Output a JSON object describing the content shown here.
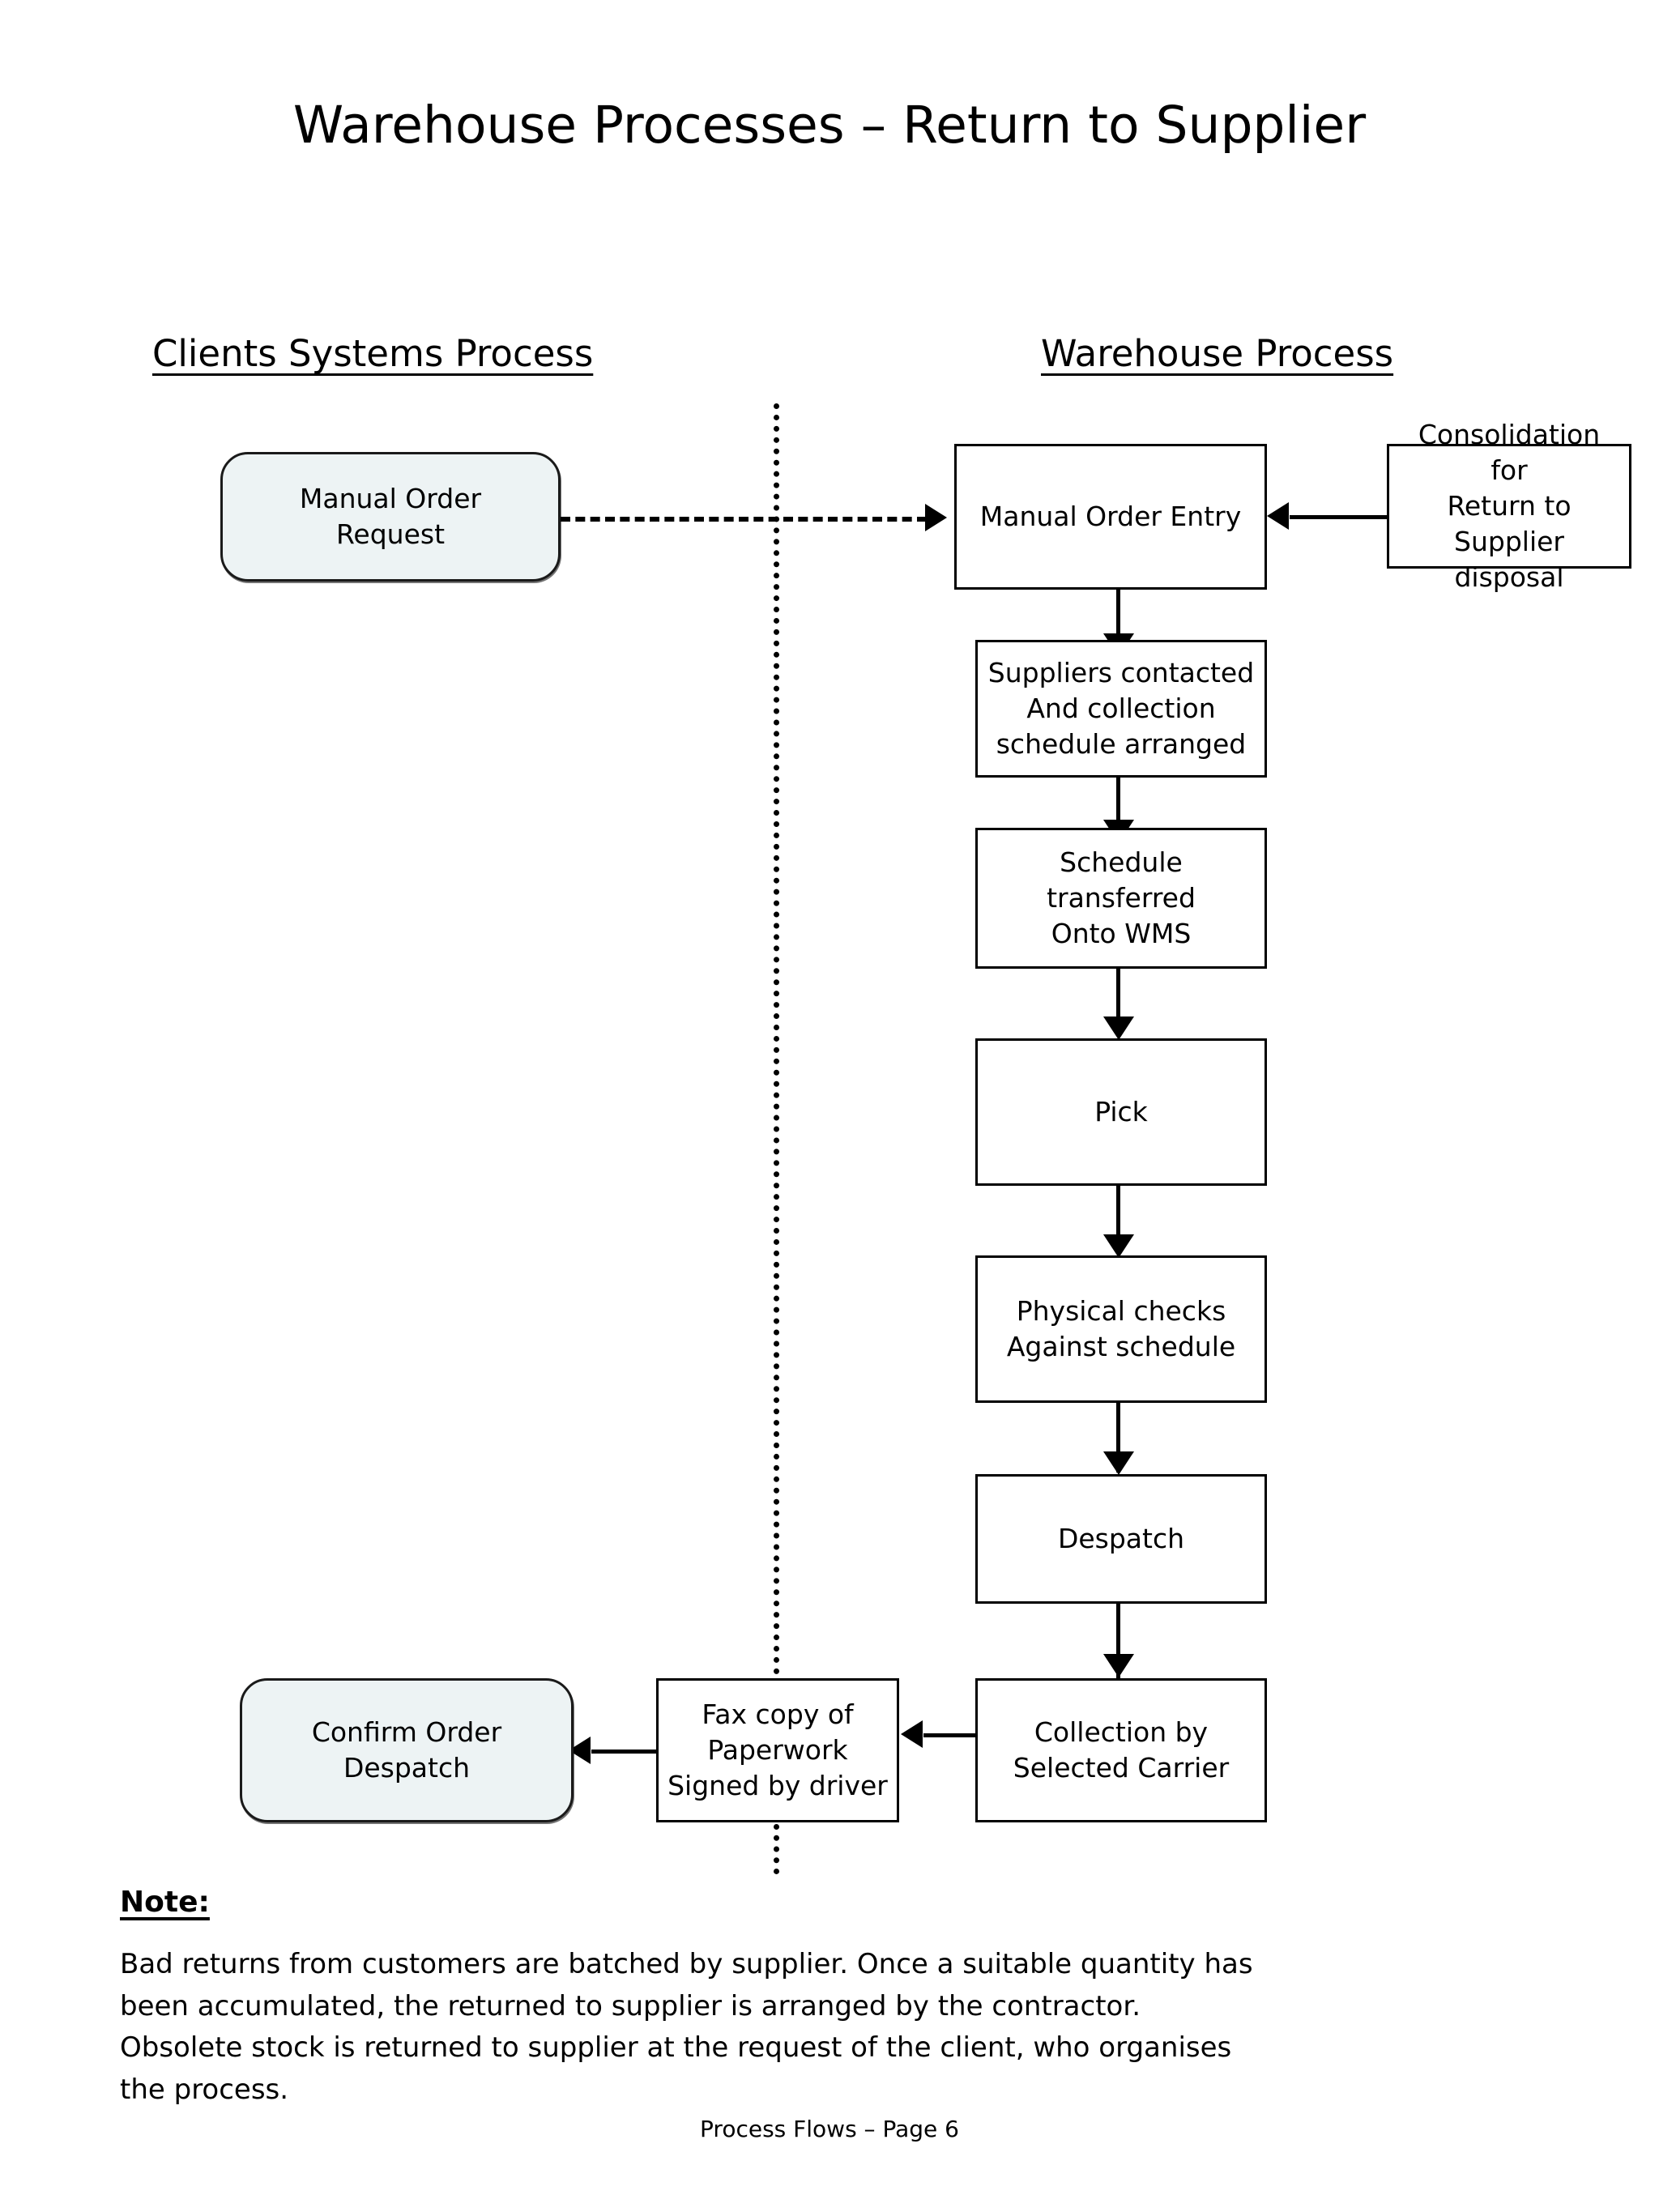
{
  "document": {
    "title": "Warehouse Processes – Return to Supplier",
    "footer": "Process Flows – Page 6"
  },
  "lanes": {
    "left_header": "Clients Systems Process",
    "right_header": "Warehouse Process"
  },
  "nodes": {
    "manual_order_request": "Manual Order\nRequest",
    "manual_order_entry": "Manual Order Entry",
    "consolidation": "Consolidation for\nReturn to\nSupplier disposal",
    "suppliers_contacted": "Suppliers contacted\nAnd collection\nschedule arranged",
    "schedule_transferred": "Schedule transferred\nOnto WMS",
    "pick": "Pick",
    "physical_checks": "Physical checks\nAgainst schedule",
    "despatch": "Despatch",
    "collection_carrier": "Collection by\nSelected Carrier",
    "fax_copy": "Fax copy of\nPaperwork\nSigned by driver",
    "confirm_order_despatch": "Confirm Order\nDespatch"
  },
  "note": {
    "label": "Note:",
    "body": "Bad returns from customers are batched by supplier. Once a suitable quantity has\nbeen accumulated, the returned to supplier is arranged by the contractor.\nObsolete stock is returned to supplier at the request of the client, who organises\nthe process."
  },
  "colors": {
    "stroke": "#000000",
    "rounded_fill": "#edf3f4",
    "page_background": "#ffffff"
  },
  "flow_edges": [
    {
      "from": "manual_order_request",
      "to": "manual_order_entry",
      "style": "dashed",
      "direction": "right"
    },
    {
      "from": "consolidation",
      "to": "manual_order_entry",
      "style": "solid",
      "direction": "left"
    },
    {
      "from": "manual_order_entry",
      "to": "suppliers_contacted",
      "style": "solid",
      "direction": "down"
    },
    {
      "from": "suppliers_contacted",
      "to": "schedule_transferred",
      "style": "solid",
      "direction": "down"
    },
    {
      "from": "schedule_transferred",
      "to": "pick",
      "style": "solid",
      "direction": "down"
    },
    {
      "from": "pick",
      "to": "physical_checks",
      "style": "solid",
      "direction": "down"
    },
    {
      "from": "physical_checks",
      "to": "despatch",
      "style": "solid",
      "direction": "down"
    },
    {
      "from": "despatch",
      "to": "collection_carrier",
      "style": "solid",
      "direction": "down"
    },
    {
      "from": "collection_carrier",
      "to": "fax_copy",
      "style": "solid",
      "direction": "left"
    },
    {
      "from": "fax_copy",
      "to": "confirm_order_despatch",
      "style": "solid",
      "direction": "left"
    }
  ]
}
